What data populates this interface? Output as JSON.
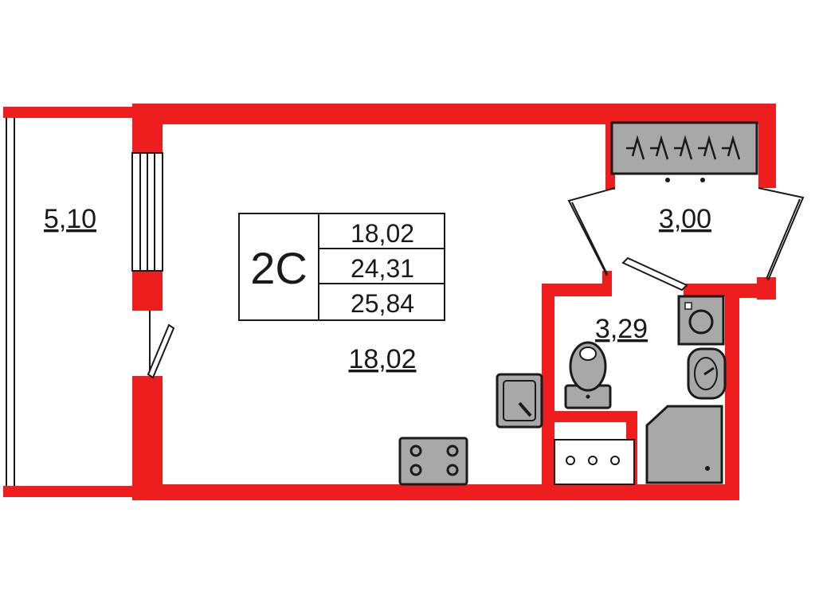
{
  "plan": {
    "apartment_type": "2С",
    "summary_areas": [
      "18,02",
      "24,31",
      "25,84"
    ],
    "rooms": {
      "balcony_area": "5,10",
      "living_area": "18,02",
      "hall_area": "3,00",
      "bathroom_area": "3,29"
    },
    "colors": {
      "wall": "#ef1e1e",
      "fixture": "#a8a8a8",
      "line": "#1a1a1a"
    }
  }
}
